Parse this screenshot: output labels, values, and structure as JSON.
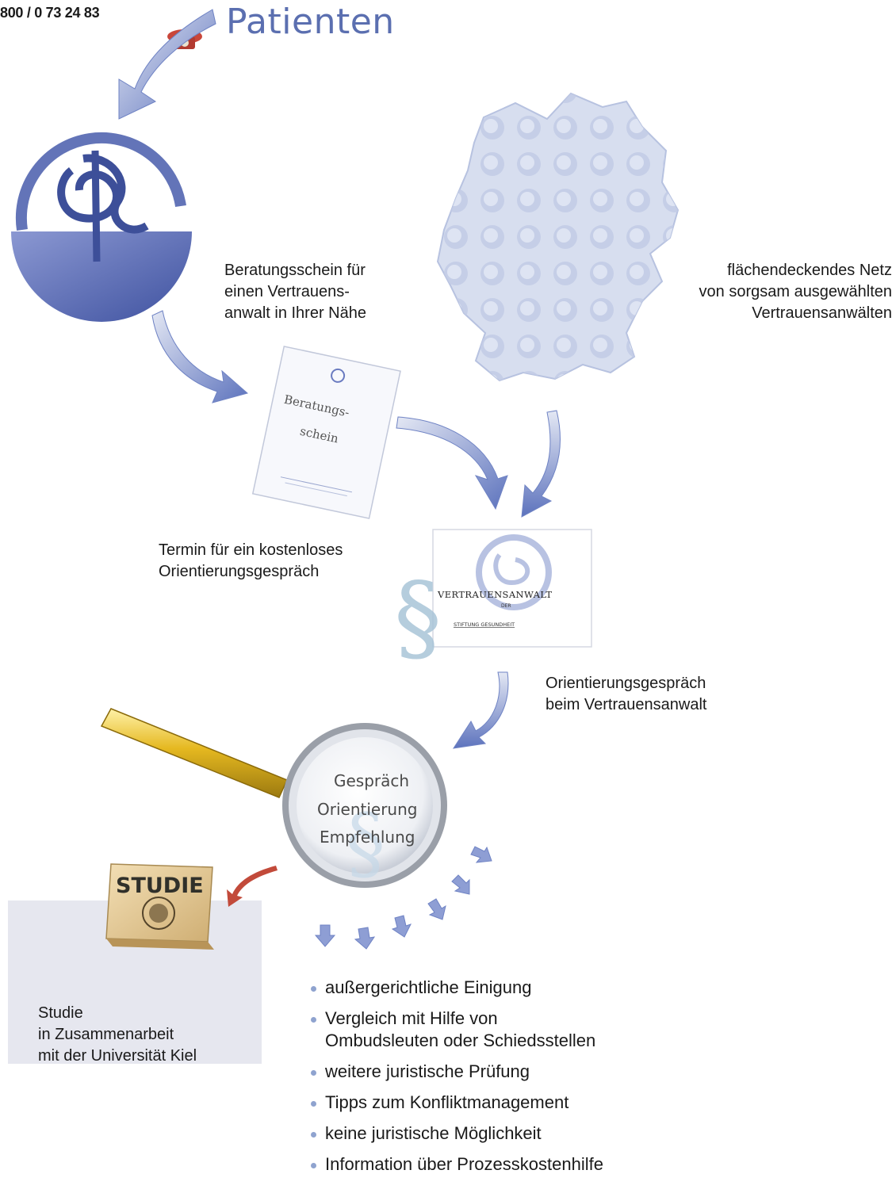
{
  "header": {
    "phone": "800 / 0 73 24 83",
    "patients_label": "Patienten"
  },
  "captions": {
    "beratungsschein": "Beratungsschein für\neinen Vertrauens-\nanwalt in Ihrer Nähe",
    "netz": "flächendeckendes Netz\nvon sorgsam ausgewählten\nVertrauensanwälten",
    "termin": "Termin für ein kostenloses\nOrientierungsgespräch",
    "gespraech": "Orientierungsgespräch\nbeim Vertrauensanwalt",
    "studie": "Studie\nin Zusammenarbeit\nmit der Universität Kiel"
  },
  "card": {
    "line1": "Beratungs-",
    "line2": "schein"
  },
  "badge": {
    "title": "VERTRAUENSANWALT",
    "small": "DER",
    "subtitle": "STIFTUNG GESUNDHEIT"
  },
  "magnifier": {
    "words": [
      "Gespräch",
      "Orientierung",
      "Empfehlung"
    ]
  },
  "studie_box": {
    "label": "STUDIE"
  },
  "outcomes": [
    "außergerichtliche Einigung",
    "Vergleich mit Hilfe von\nOmbudsleuten oder Schiedsstellen",
    "weitere juristische Prüfung",
    "Tipps zum Konfliktmanagement",
    "keine juristische Möglichkeit",
    "Information über Prozesskostenhilfe"
  ],
  "colors": {
    "accent_blue": "#5b6fb0",
    "arrow_blue": "#6f83c4",
    "red_arrow": "#c24a3a",
    "map_fill": "#d7deef"
  }
}
